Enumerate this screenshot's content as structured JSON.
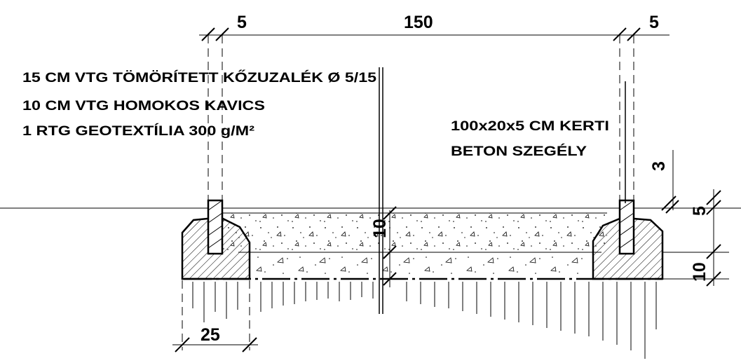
{
  "notes": {
    "layer_1": "15 CM VTG TÖMÖRÍTETT KŐZUZALÉK Ø 5/15",
    "layer_2": "10 CM VTG HOMOKOS KAVICS",
    "layer_3": "1 RTG GEOTEXTÍLIA 300 g/M²",
    "curb_line_1": "100x20x5 CM  KERTI",
    "curb_line_2": "BETON SZEGÉLY"
  },
  "dimensions": {
    "top_left": "5",
    "top_middle": "150",
    "top_right": "5",
    "center_layer": "10",
    "right_3": "3",
    "right_5": "5",
    "right_10": "10",
    "bottom_25": "25"
  }
}
